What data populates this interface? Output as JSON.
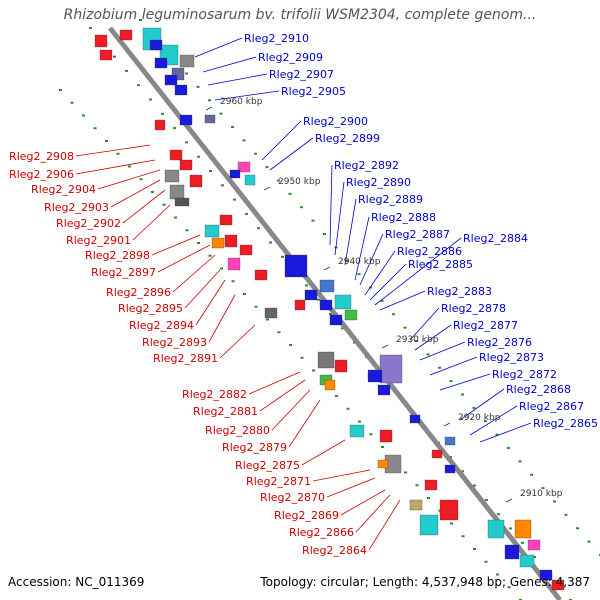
{
  "title": "Rhizobium leguminosarum bv. trifolii WSM2304, complete genom...",
  "footer": {
    "accession_label": "Accession:",
    "accession": "NC_011369",
    "topology_text": "Topology: circular; Length: 4,537,948 bp; Genes: 4,387"
  },
  "ticks": [
    "2960 kbp",
    "2950 kbp",
    "2940 kbp",
    "2930 kbp",
    "2920 kbp",
    "2910 kbp"
  ],
  "colors": {
    "forward_label": "#0000cc",
    "reverse_label": "#cc0000",
    "forward_gene": "#1a1adc",
    "reverse_gene": "#ee1c24",
    "backbone": "#888888"
  },
  "forward_labels": [
    "Rleg2_2910",
    "Rleg2_2909",
    "Rleg2_2907",
    "Rleg2_2905",
    "Rleg2_2900",
    "Rleg2_2899",
    "Rleg2_2892",
    "Rleg2_2890",
    "Rleg2_2889",
    "Rleg2_2888",
    "Rleg2_2887",
    "Rleg2_2886",
    "Rleg2_2885",
    "Rleg2_2884",
    "Rleg2_2883",
    "Rleg2_2878",
    "Rleg2_2877",
    "Rleg2_2876",
    "Rleg2_2873",
    "Rleg2_2872",
    "Rleg2_2868",
    "Rleg2_2867",
    "Rleg2_2865"
  ],
  "reverse_labels": [
    "Rleg2_2908",
    "Rleg2_2906",
    "Rleg2_2904",
    "Rleg2_2903",
    "Rleg2_2902",
    "Rleg2_2901",
    "Rleg2_2898",
    "Rleg2_2897",
    "Rleg2_2896",
    "Rleg2_2895",
    "Rleg2_2894",
    "Rleg2_2893",
    "Rleg2_2891",
    "Rleg2_2882",
    "Rleg2_2881",
    "Rleg2_2880",
    "Rleg2_2879",
    "Rleg2_2875",
    "Rleg2_2871",
    "Rleg2_2870",
    "Rleg2_2869",
    "Rleg2_2866",
    "Rleg2_2864"
  ]
}
